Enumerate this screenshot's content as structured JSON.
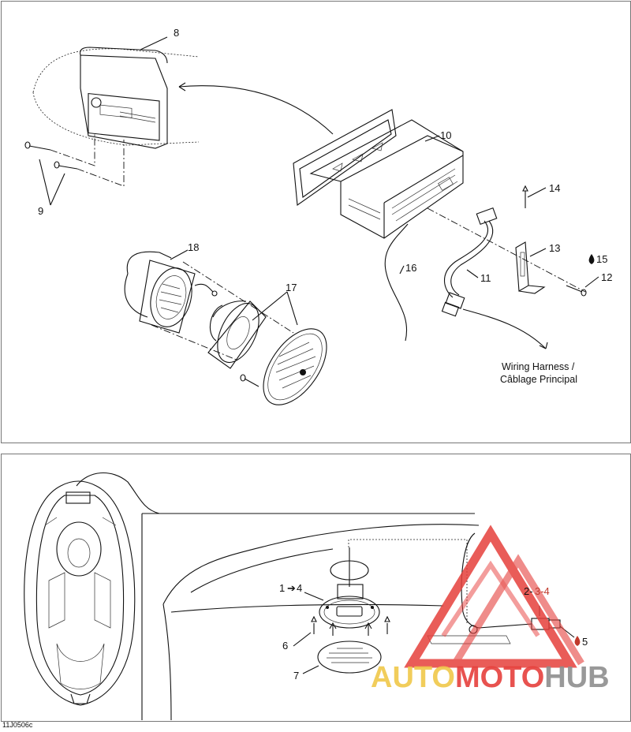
{
  "top_panel": {
    "labels": {
      "p8": "8",
      "p9": "9",
      "p10": "10",
      "p11": "11",
      "p12": "12",
      "p13": "13",
      "p14": "14",
      "p15": "15",
      "p16": "16",
      "p17": "17",
      "p18": "18"
    },
    "callout": {
      "line1": "Wiring Harness /",
      "line2": "Câblage Principal"
    }
  },
  "bottom_panel": {
    "labels": {
      "p1_4_a": "1",
      "p1_4_arrow": "➔",
      "p1_4_b": "4",
      "p2_3_4_a": "2-",
      "p2_3_4_b": "3-4",
      "p5": "5",
      "p6": "6",
      "p7": "7"
    }
  },
  "figure_code": "11J0506c",
  "watermark": {
    "part1": "AUTO",
    "part2": "MOTO",
    "part3": "HUB",
    "colors": {
      "auto": "#f0c84a",
      "moto": "#e6403c",
      "hub": "#8e8e8e"
    }
  }
}
